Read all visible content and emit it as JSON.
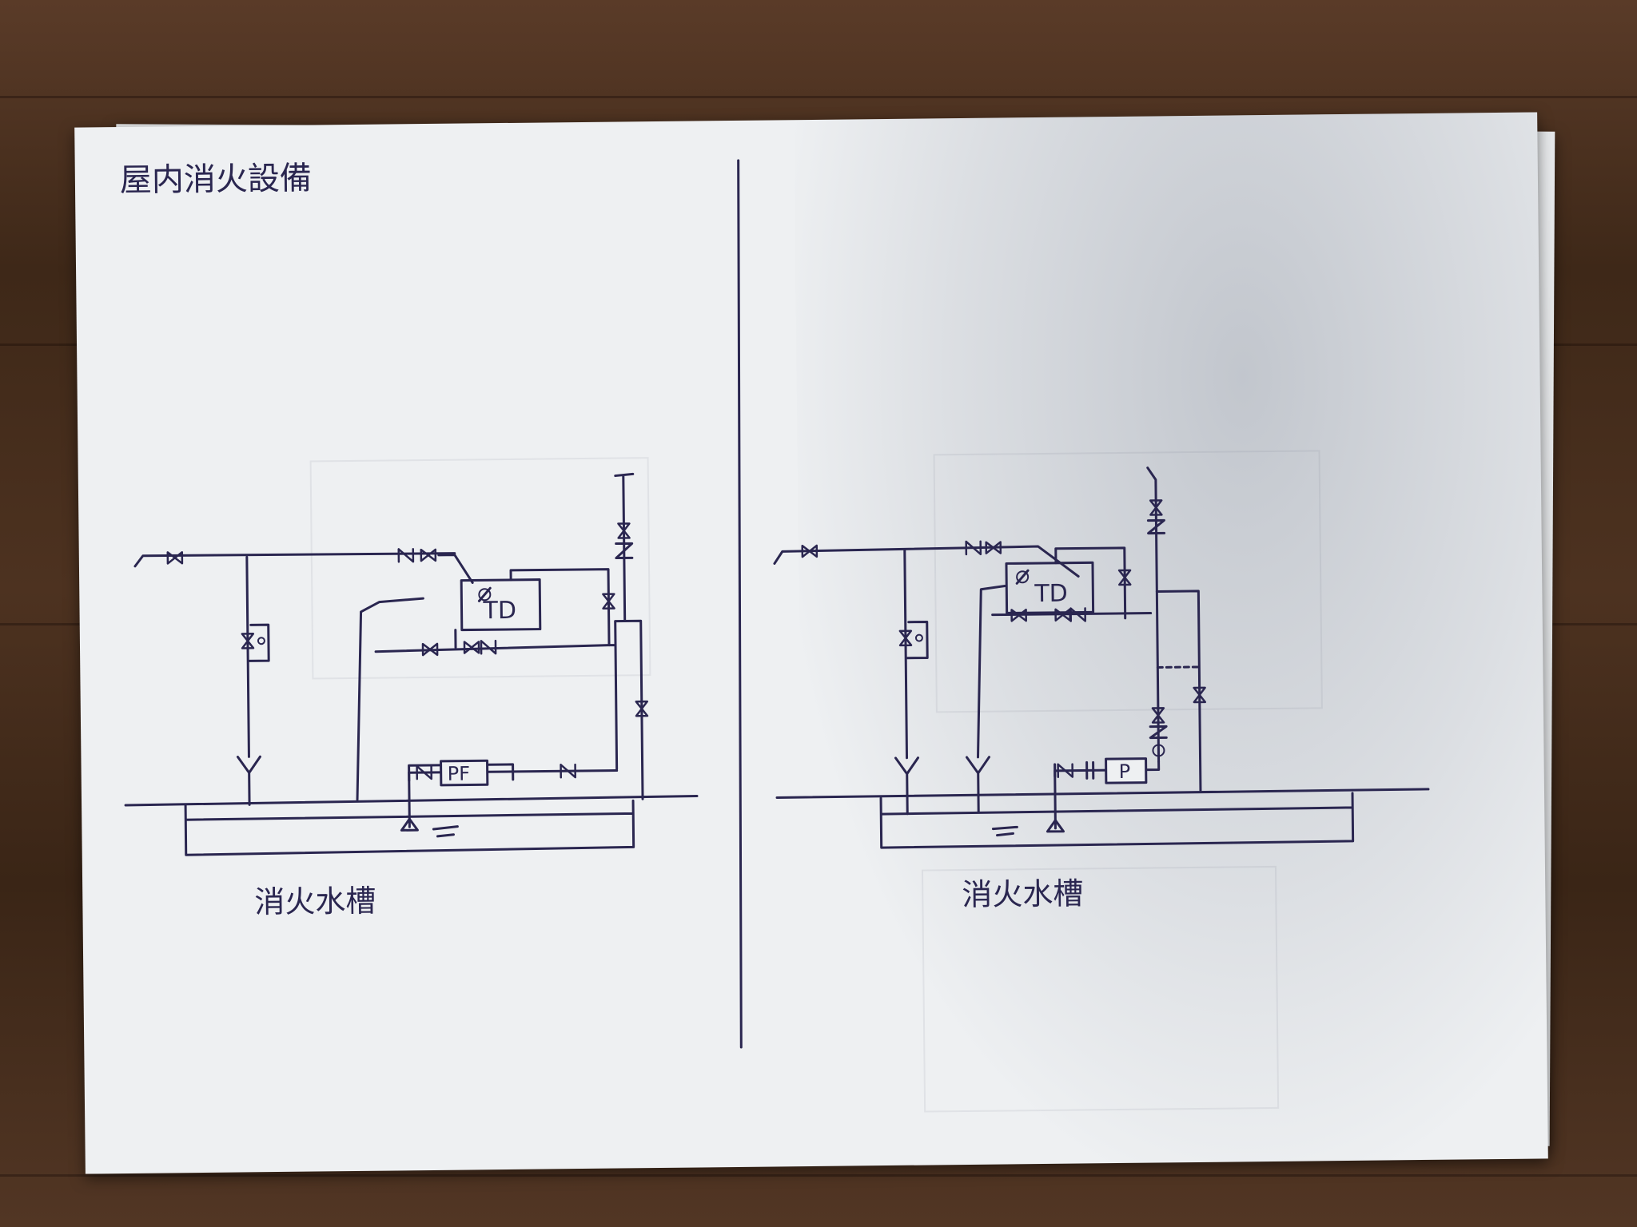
{
  "title": "屋内消火設備",
  "left_diagram": {
    "tank_label": "消火水槽",
    "tank_box_label": "TD",
    "pump_label": "PF"
  },
  "right_diagram": {
    "tank_label": "消火水槽",
    "tank_box_label": "TD",
    "pump_label": "P"
  },
  "colors": {
    "ink": "#2a2650",
    "paper": "#eef0f2",
    "table": "#4a3020"
  }
}
